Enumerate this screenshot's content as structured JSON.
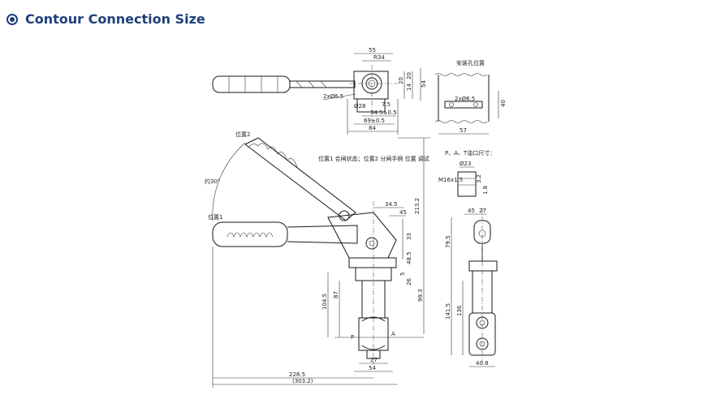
{
  "header": {
    "title": "Contour Connection Size",
    "accent_color": "#1f3f7a",
    "icon": "radio-selected-icon"
  },
  "drawing": {
    "top_view": {
      "dims": [
        "55",
        "R34",
        "20",
        "14",
        "20",
        "54",
        "2xØ6.5",
        "Ø28",
        "7.5",
        "34.5±0.5",
        "69±0.5",
        "84"
      ]
    },
    "mount_view": {
      "title": "安装孔位置",
      "dims": [
        "2xØ6.5",
        "40",
        "57"
      ]
    },
    "port_view": {
      "title": "P、A、T油口尺寸：",
      "dims": [
        "Ø23",
        "M16x1.5",
        "3.2",
        "1.8"
      ]
    },
    "side_view": {
      "label_pos2": "位置2",
      "label_pos1": "位置1",
      "label_angle": "约30°",
      "note": "位置1 合闸状态；位置2 分闸手柄 位置 调试",
      "dims": [
        "34.5",
        "45",
        "213.2",
        "33",
        "48.5",
        "5",
        "26",
        "99.3",
        "104.5",
        "87",
        "27",
        "54",
        "228.5",
        "(303.2)"
      ],
      "port_labels": [
        "P",
        "A"
      ]
    },
    "front_view": {
      "dims": [
        "45",
        "27",
        "79.5",
        "141.5",
        "136",
        "40.8"
      ]
    }
  }
}
